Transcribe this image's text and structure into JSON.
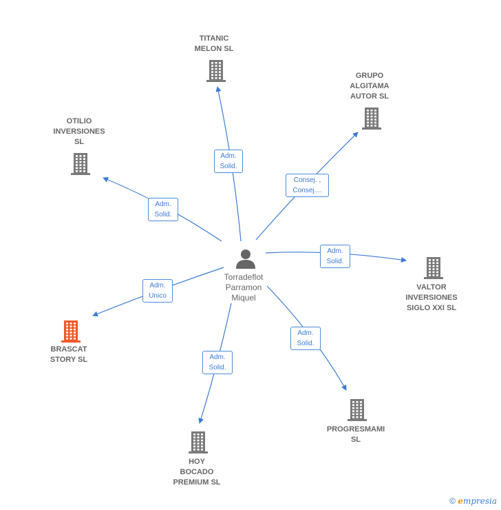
{
  "center": {
    "id": "person",
    "label": "Torradeflot\nParramon\nMiquel",
    "icon": "person-icon",
    "color": "#666666"
  },
  "companies": [
    {
      "id": "titanic",
      "label": "TITANIC\nMELON  SL",
      "icon": "building-icon",
      "color": "#7a7a7a"
    },
    {
      "id": "grupo",
      "label": "GRUPO\nALGITAMA\nAUTOR  SL",
      "icon": "building-icon",
      "color": "#7a7a7a"
    },
    {
      "id": "otilio",
      "label": "OTILIO\nINVERSIONES\nSL",
      "icon": "building-icon",
      "color": "#7a7a7a"
    },
    {
      "id": "valtor",
      "label": "VALTOR\nINVERSIONES\nSIGLO XXI  SL",
      "icon": "building-icon",
      "color": "#7a7a7a"
    },
    {
      "id": "brascat",
      "label": "BRASCAT\nSTORY  SL",
      "icon": "building-icon",
      "color": "#f05a28"
    },
    {
      "id": "progresmami",
      "label": "PROGRESMAMI\nSL",
      "icon": "building-icon",
      "color": "#7a7a7a"
    },
    {
      "id": "hoy",
      "label": "HOY\nBOCADO\nPREMIUM  SL",
      "icon": "building-icon",
      "color": "#7a7a7a"
    }
  ],
  "edges": [
    {
      "to": "titanic",
      "label": "Adm.\nSolid."
    },
    {
      "to": "grupo",
      "label": "Consej. ,\nConsej...."
    },
    {
      "to": "otilio",
      "label": "Adm.\nSolid."
    },
    {
      "to": "valtor",
      "label": "Adm.\nSolid."
    },
    {
      "to": "brascat",
      "label": "Adm.\nUnico"
    },
    {
      "to": "progresmami",
      "label": "Adm.\nSolid."
    },
    {
      "to": "hoy",
      "label": "Adm.\nSolid."
    }
  ],
  "edge_color": "#3a7bd5",
  "footer": {
    "copyright": "©",
    "brand_initial": "e",
    "brand_rest": "mpresia"
  }
}
